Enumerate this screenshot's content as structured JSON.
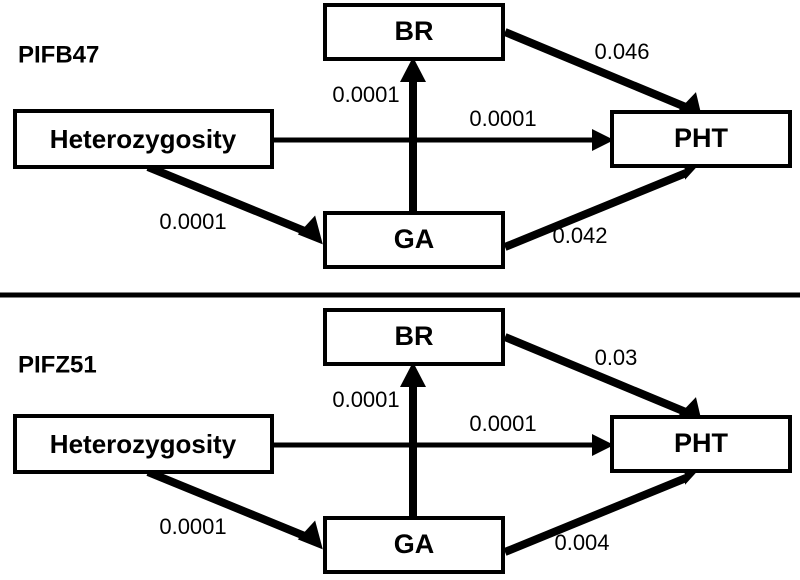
{
  "figure": {
    "type": "path-diagram",
    "background_color": "#ffffff",
    "stroke_color": "#000000",
    "panel_count": 2
  },
  "panels": [
    {
      "id": "panel-pifb47",
      "title": "PIFB47",
      "nodes": [
        {
          "id": "heterozygosity",
          "label": "Heterozygosity"
        },
        {
          "id": "br",
          "label": "BR"
        },
        {
          "id": "ga",
          "label": "GA"
        },
        {
          "id": "pht",
          "label": "PHT"
        }
      ],
      "edges": [
        {
          "id": "ga-to-br",
          "from": "GA",
          "to": "BR",
          "label": "0.0001"
        },
        {
          "id": "het-to-pht",
          "from": "Heterozygosity",
          "to": "PHT",
          "label": "0.0001"
        },
        {
          "id": "het-to-ga",
          "from": "Heterozygosity",
          "to": "GA",
          "label": "0.0001"
        },
        {
          "id": "br-to-pht",
          "from": "BR",
          "to": "PHT",
          "label": "0.046"
        },
        {
          "id": "ga-to-pht",
          "from": "GA",
          "to": "PHT",
          "label": "0.042"
        }
      ]
    },
    {
      "id": "panel-pifz51",
      "title": "PIFZ51",
      "nodes": [
        {
          "id": "heterozygosity",
          "label": "Heterozygosity"
        },
        {
          "id": "br",
          "label": "BR"
        },
        {
          "id": "ga",
          "label": "GA"
        },
        {
          "id": "pht",
          "label": "PHT"
        }
      ],
      "edges": [
        {
          "id": "ga-to-br",
          "from": "GA",
          "to": "BR",
          "label": "0.0001"
        },
        {
          "id": "het-to-pht",
          "from": "Heterozygosity",
          "to": "PHT",
          "label": "0.0001"
        },
        {
          "id": "het-to-ga",
          "from": "Heterozygosity",
          "to": "GA",
          "label": "0.0001"
        },
        {
          "id": "br-to-pht",
          "from": "BR",
          "to": "PHT",
          "label": "0.03"
        },
        {
          "id": "ga-to-pht",
          "from": "GA",
          "to": "PHT",
          "label": "0.004"
        }
      ]
    }
  ]
}
